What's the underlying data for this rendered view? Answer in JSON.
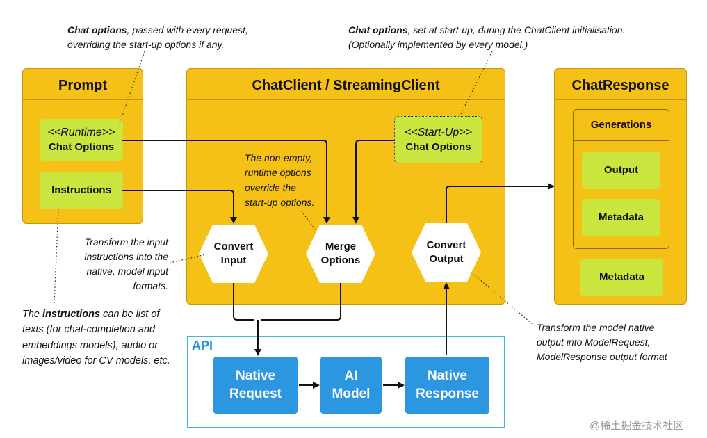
{
  "panels": {
    "prompt": {
      "title": "Prompt"
    },
    "chat_client": {
      "title": "ChatClient / StreamingClient"
    },
    "chat_response": {
      "title": "ChatResponse"
    }
  },
  "prompt": {
    "runtime_tag": "<<Runtime>>",
    "runtime_label": "Chat Options",
    "instructions_label": "Instructions"
  },
  "client": {
    "startup_tag": "<<Start-Up>>",
    "startup_label": "Chat Options",
    "convert_input": [
      "Convert",
      "Input"
    ],
    "merge_options": [
      "Merge",
      "Options"
    ],
    "convert_output": [
      "Convert",
      "Output"
    ],
    "merge_note": [
      "The non-empty,",
      "runtime options",
      "override the",
      "start-up options."
    ]
  },
  "response": {
    "generations_label": "Generations",
    "output_label": "Output",
    "metadata_inner_label": "Metadata",
    "metadata_outer_label": "Metadata"
  },
  "api": {
    "label": "API",
    "native_request": [
      "Native",
      "Request"
    ],
    "ai_model": [
      "AI",
      "Model"
    ],
    "native_response": [
      "Native",
      "Response"
    ]
  },
  "notes": {
    "runtime_note": {
      "bold": "Chat options",
      "rest": ", passed with every  request,",
      "line2": "overriding the start-up options if any."
    },
    "startup_note": {
      "bold": "Chat options",
      "rest": ", set at start-up, during  the ChatClient initialisation.",
      "line2": "(Optionally implemented by every model.)"
    },
    "transform_input": [
      "Transform the input",
      "instructions into the",
      "native, model input",
      "formats."
    ],
    "instructions_note": {
      "pre": "The ",
      "bold": "instructions",
      "rest": " can be list of",
      "lines": [
        "texts (for chat-completion and",
        "embeddings models), audio or",
        "images/video for CV models, etc."
      ]
    },
    "transform_output": [
      "Transform the model native",
      "output into ModelRequest,",
      "ModelResponse output format"
    ]
  },
  "watermark": "@稀土掘金技术社区",
  "colors": {
    "panel_yellow": "#f5c116",
    "item_green": "#cbe53f",
    "api_blue": "#2d96e1",
    "api_border": "#3fb6dc"
  }
}
